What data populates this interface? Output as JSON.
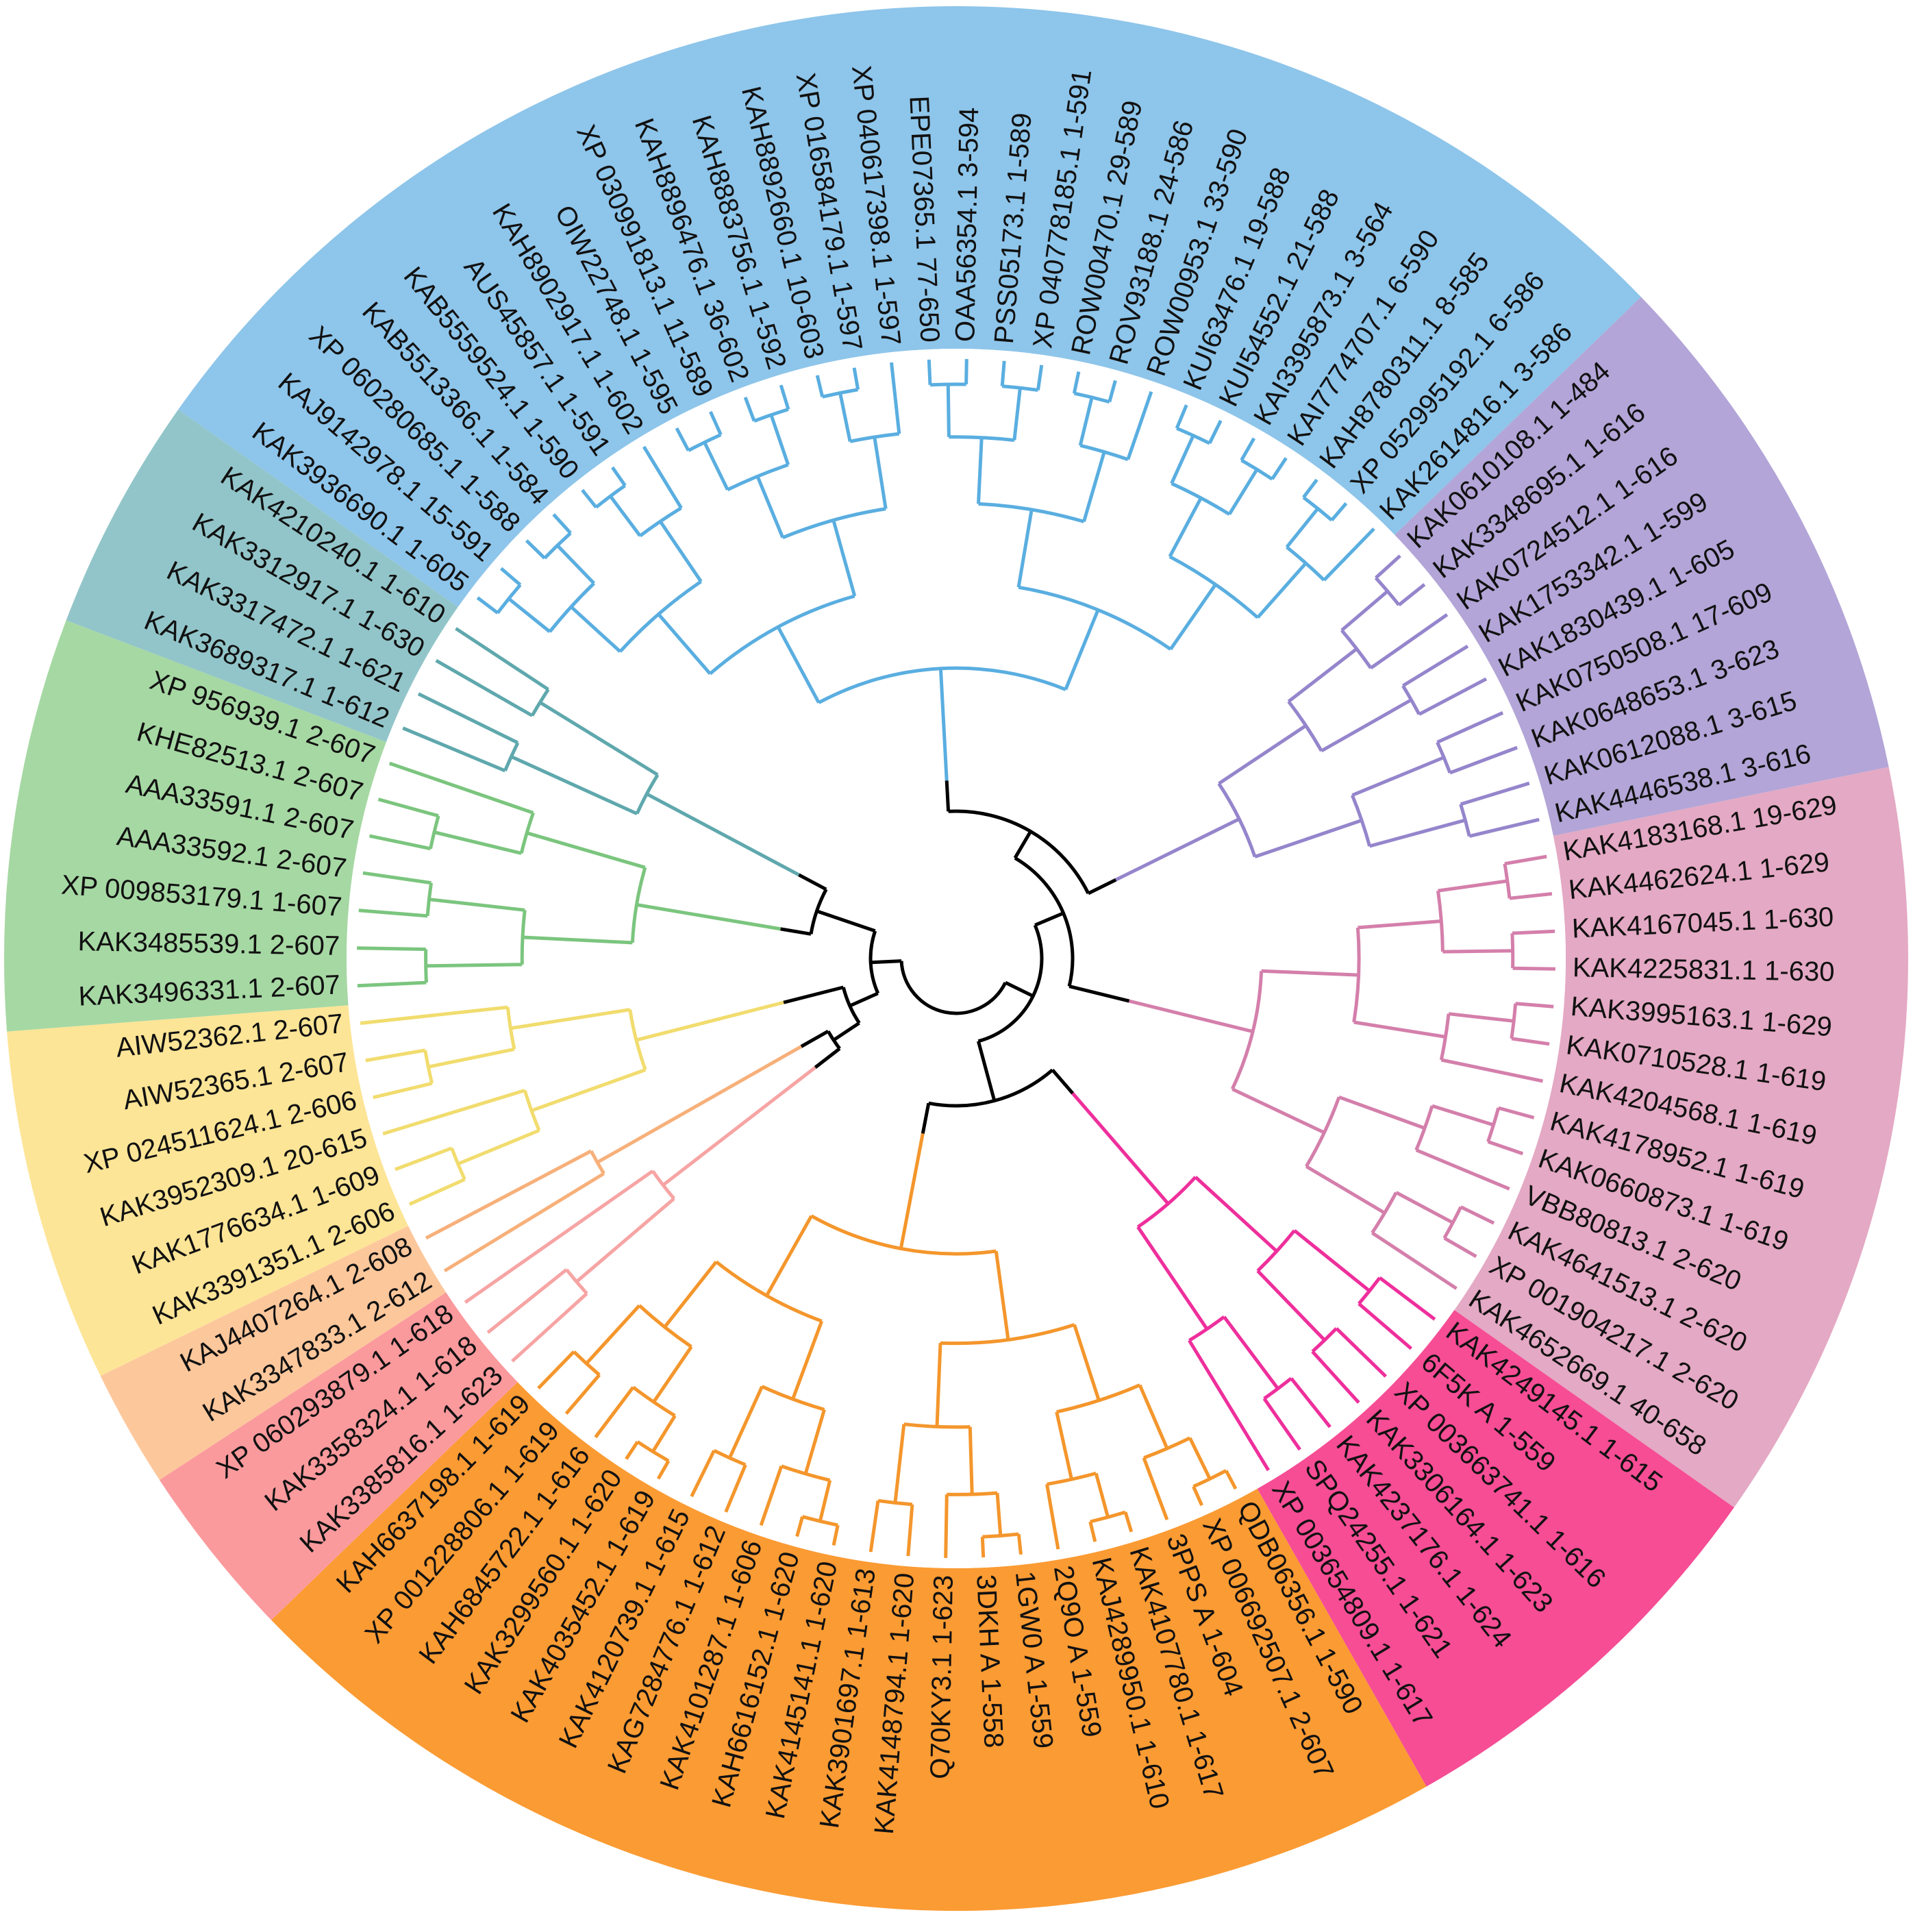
{
  "tree": {
    "clades": [
      {
        "name": "light-blue-clade",
        "color": "#8ec5ea",
        "line": "#5aaee0",
        "leaves": [
          "KAK3936690.1 1-605",
          "KAJ9142978.1 15-591",
          "XP 060280685.1 1-588",
          "KAB5513366.1 1-584",
          "KAB5559524.1 1-590",
          "AUS45857.1 1-591",
          "KAH8902917.1 1-602",
          "OIW22748.1 1-595",
          "XP 030991813.1 11-589",
          "KAH8896476.1 36-602",
          "KAH8883756.1 1-592",
          "KAH8892660.1 10-603",
          "XP 016584179.1 1-597",
          "XP 040617398.1 1-597",
          "EPE07365.1 77-650",
          "OAA56354.1 3-594",
          "PSS05173.1 1-589",
          "XP 040778185.1 1-591",
          "ROW00470.1 29-589",
          "ROV93188.1 24-586",
          "ROW00953.1 33-590",
          "KUI63476.1 19-588",
          "KUI54552.1 21-588",
          "KAI3395873.1 3-564",
          "KAI7774707.1 6-590",
          "KAH8780311.1 8-585",
          "XP 052995192.1 6-586",
          "KAK2614816.1 3-586"
        ]
      },
      {
        "name": "purple-clade",
        "color": "#b3a5d7",
        "line": "#9585cc",
        "leaves": [
          "KAK0610108.1 1-484",
          "KAK3348695.1 1-616",
          "KAK0724512.1 1-616",
          "KAK1753342.1 1-599",
          "KAK1830439.1 1-605",
          "KAK0750508.1 17-609",
          "KAK0648653.1 3-623",
          "KAK0612088.1 3-615",
          "KAK4446538.1 3-616"
        ]
      },
      {
        "name": "mauve-clade",
        "color": "#e4a9c4",
        "line": "#d47fab",
        "leaves": [
          "KAK4183168.1 19-629",
          "KAK4462624.1 1-629",
          "KAK4167045.1 1-630",
          "KAK4225831.1 1-630",
          "KAK3995163.1 1-629",
          "KAK0710528.1 1-619",
          "KAK4204568.1 1-619",
          "KAK4178952.1 1-619",
          "KAK0660873.1 1-619",
          "VBB80813.1 2-620",
          "KAK4641513.1 2-620",
          "XP 001904217.1 2-620",
          "KAK4652669.1 40-658"
        ]
      },
      {
        "name": "magenta-clade",
        "color": "#f64d95",
        "line": "#ee2f9c",
        "leaves": [
          "KAK4249145.1 1-615",
          "6F5K A 1-559",
          "XP 003663741.1 1-616",
          "KAK3306164.1 1-623",
          "KAK4237176.1 1-624",
          "SPQ24255.1 1-621",
          "XP 003654809.1 1-617"
        ]
      },
      {
        "name": "orange-clade",
        "color": "#fb9b33",
        "line": "#f4962c",
        "leaves": [
          "QDB06356.1 1-590",
          "XP 006692507.1 2-607",
          "3PPS A 1-604",
          "KAK4107780.1 1-617",
          "KAJ4289950.1 1-610",
          "2Q9O A 1-559",
          "1GW0 A 1-559",
          "3DKH A 1-558",
          "Q70KY3.1 1-623",
          "KAK4148794.1 1-620",
          "KAK3901697.1 1-613",
          "KAK4145141.1 1-620",
          "KAH6616152.1 1-620",
          "KAK4101287.1 1-606",
          "KAG7284776.1 1-612",
          "KAK4120739.1 1-615",
          "KAK4035452.1 1-619",
          "KAK3299560.1 1-620",
          "KAH6845722.1 1-616",
          "XP 001228806.1 1-619",
          "KAH6637198.1 1-619"
        ]
      },
      {
        "name": "pink-clade",
        "color": "#fa9a9d",
        "line": "#f7a4a4",
        "leaves": [
          "KAK3385816.1 1-623",
          "KAK3358324.1 1-618",
          "XP 060293879.1 1-618"
        ]
      },
      {
        "name": "peach-clade",
        "color": "#fdc79c",
        "line": "#f7b07a",
        "leaves": [
          "KAK3347833.1 2-612",
          "KAJ4407264.1 2-608"
        ]
      },
      {
        "name": "yellow-clade",
        "color": "#fde597",
        "line": "#f1dc6e",
        "leaves": [
          "KAK3391351.1 2-606",
          "KAK1776634.1 1-609",
          "KAK3952309.1 20-615",
          "XP 024511624.1 2-606",
          "AIW52365.1 2-607",
          "AIW52362.1 2-607"
        ]
      },
      {
        "name": "green-clade",
        "color": "#a6d8a3",
        "line": "#7bc57e",
        "leaves": [
          "KAK3496331.1 2-607",
          "KAK3485539.1 2-607",
          "XP 009853179.1 1-607",
          "AAA33592.1 2-607",
          "AAA33591.1 2-607",
          "KHE82513.1 2-607",
          "XP 956939.1 2-607"
        ]
      },
      {
        "name": "teal-clade",
        "color": "#92c5c9",
        "line": "#5fa8ad",
        "leaves": [
          "KAK3689317.1 1-612",
          "KAK3317472.1 1-621",
          "KAK3312917.1 1-630",
          "KAK4210240.1 1-610"
        ]
      }
    ]
  }
}
